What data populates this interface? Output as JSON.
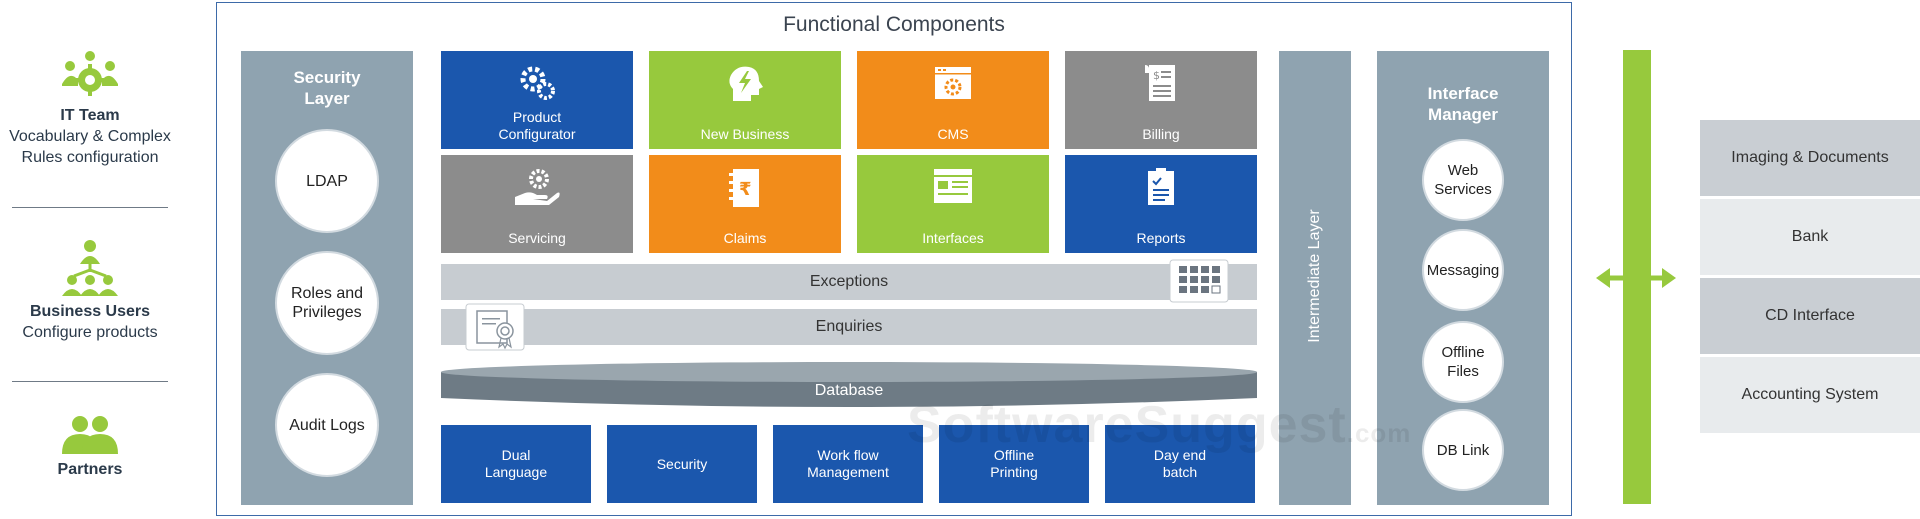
{
  "users": [
    {
      "title": "IT Team",
      "lines": [
        "Vocabulary & Complex",
        "Rules configuration"
      ]
    },
    {
      "title": "Business Users",
      "lines": [
        "Configure products"
      ]
    },
    {
      "title": "Partners",
      "lines": []
    }
  ],
  "frame": {
    "title": "Functional Components"
  },
  "security_layer": {
    "title": [
      "Security",
      "Layer"
    ],
    "items": [
      [
        "LDAP"
      ],
      [
        "Roles and",
        "Privileges"
      ],
      [
        "Audit Logs"
      ]
    ]
  },
  "tiles": [
    {
      "label": [
        "Product",
        "Configurator"
      ],
      "color": "#1b57ad",
      "icon": "gears-icon"
    },
    {
      "label": [
        "New Business"
      ],
      "color": "#97c93d",
      "icon": "head-lightning-icon"
    },
    {
      "label": [
        "CMS"
      ],
      "color": "#f28c1a",
      "icon": "browser-gear-icon"
    },
    {
      "label": [
        "Billing"
      ],
      "color": "#8c8c8c",
      "icon": "invoice-icon"
    },
    {
      "label": [
        "Servicing"
      ],
      "color": "#8c8c8c",
      "icon": "hand-gear-icon"
    },
    {
      "label": [
        "Claims"
      ],
      "color": "#f28c1a",
      "icon": "rupee-book-icon"
    },
    {
      "label": [
        "Interfaces"
      ],
      "color": "#97c93d",
      "icon": "window-icon"
    },
    {
      "label": [
        "Reports"
      ],
      "color": "#1b57ad",
      "icon": "checklist-icon"
    }
  ],
  "bars": {
    "exceptions": "Exceptions",
    "enquiries": "Enquiries",
    "database": "Database"
  },
  "bottom_tiles": [
    [
      "Dual",
      "Language"
    ],
    [
      "Security"
    ],
    [
      "Work flow",
      "Management"
    ],
    [
      "Offline",
      "Printing"
    ],
    [
      "Day end",
      "batch"
    ]
  ],
  "intermediate_layer": "Intermediate Layer",
  "interface_manager": {
    "title": [
      "Interface",
      "Manager"
    ],
    "items": [
      [
        "Web",
        "Services"
      ],
      [
        "Messaging"
      ],
      [
        "Offline",
        "Files"
      ],
      [
        "DB Link"
      ]
    ]
  },
  "external_systems": [
    "Imaging & Documents",
    "Bank",
    "CD Interface",
    "Accounting System"
  ],
  "watermark": {
    "main": "SoftwareSuggest",
    "suffix": ".com"
  },
  "colors": {
    "blue": "#1b57ad",
    "green": "#97c93d",
    "orange": "#f28c1a",
    "gray": "#8c8c8c",
    "panel": "#8fa3b0",
    "frame": "#3d6aa8"
  }
}
